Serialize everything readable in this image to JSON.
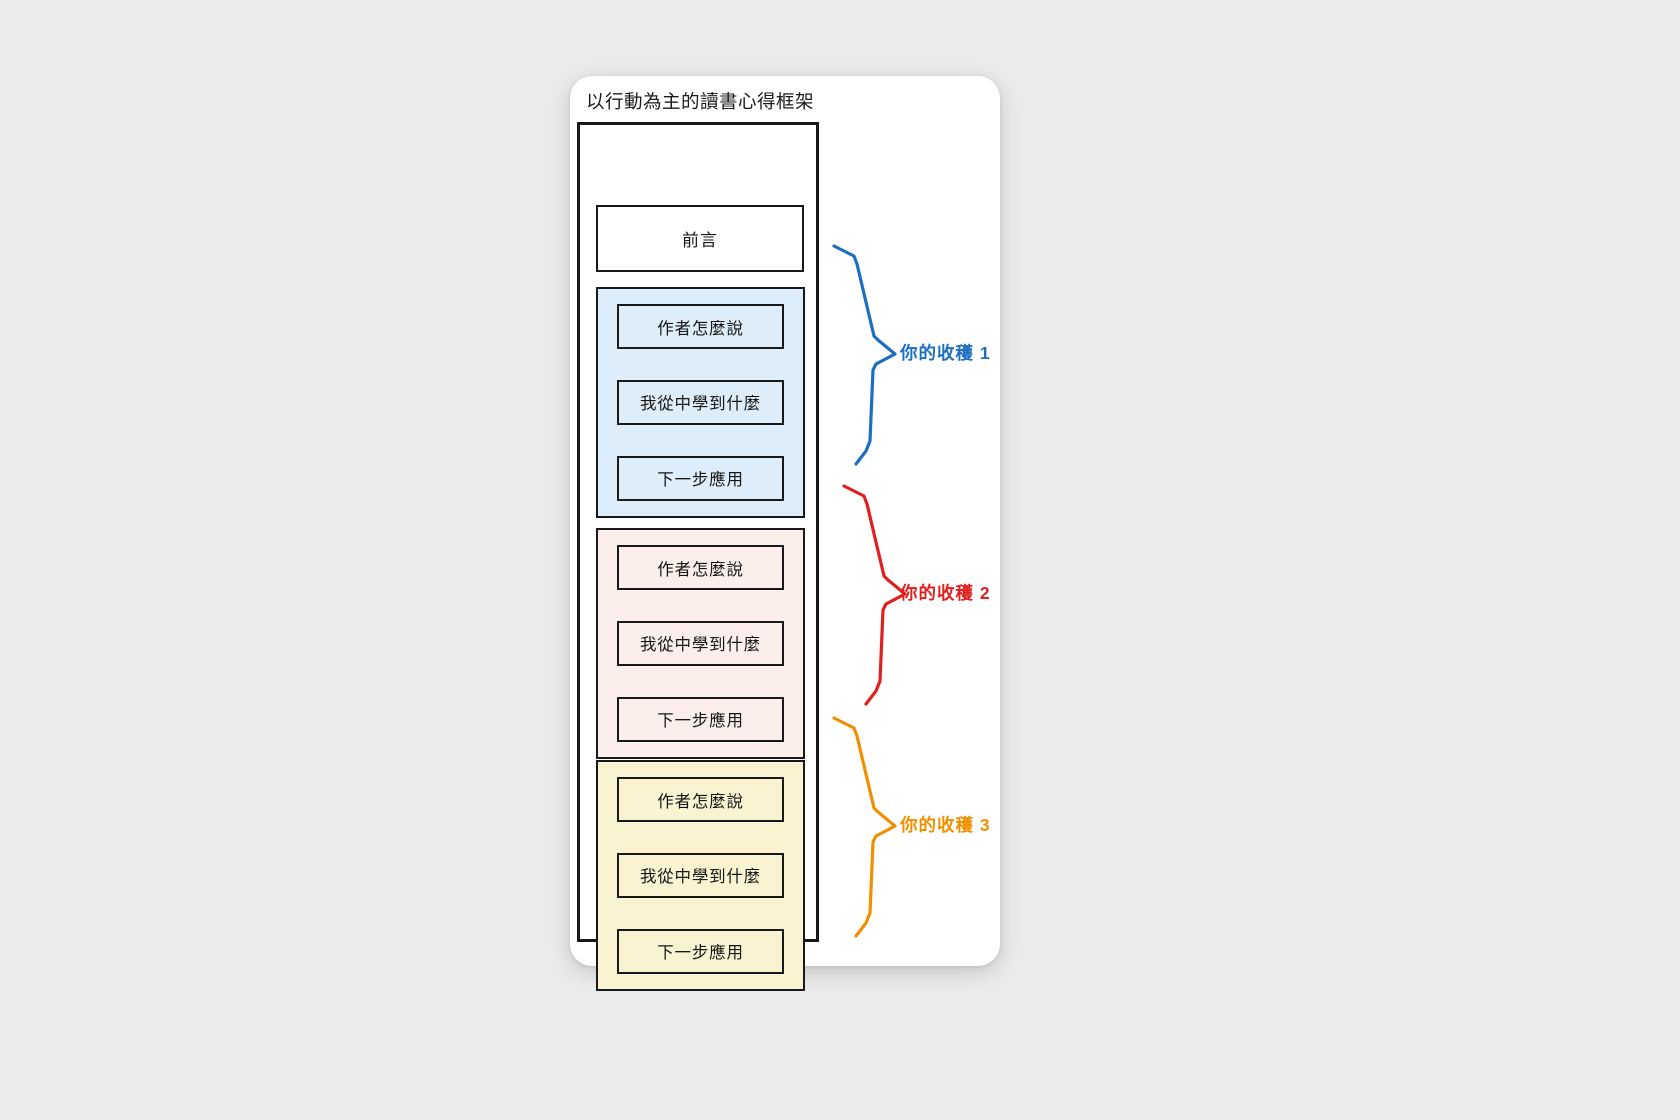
{
  "canvas": {
    "background_color": "#ebebeb"
  },
  "card": {
    "background_color": "#ffffff"
  },
  "diagram": {
    "title": "以行動為主的讀書心得框架",
    "preface": {
      "label": "前言"
    },
    "sections": [
      {
        "id": "section-1",
        "fill_color": "#ddedfa",
        "items": [
          {
            "label": "作者怎麼說"
          },
          {
            "label": "我從中學到什麼"
          },
          {
            "label": "下一步應用"
          }
        ],
        "annotation": {
          "label": "你的收穫 1",
          "color": "#1b6ec2"
        }
      },
      {
        "id": "section-2",
        "fill_color": "#fceeeb",
        "items": [
          {
            "label": "作者怎麼說"
          },
          {
            "label": "我從中學到什麼"
          },
          {
            "label": "下一步應用"
          }
        ],
        "annotation": {
          "label": "你的收穫 2",
          "color": "#e02020"
        }
      },
      {
        "id": "section-3",
        "fill_color": "#faf3d2",
        "items": [
          {
            "label": "作者怎麼說"
          },
          {
            "label": "我從中學到什麼"
          },
          {
            "label": "下一步應用"
          }
        ],
        "annotation": {
          "label": "你的收穫 3",
          "color": "#f09000"
        }
      }
    ]
  }
}
